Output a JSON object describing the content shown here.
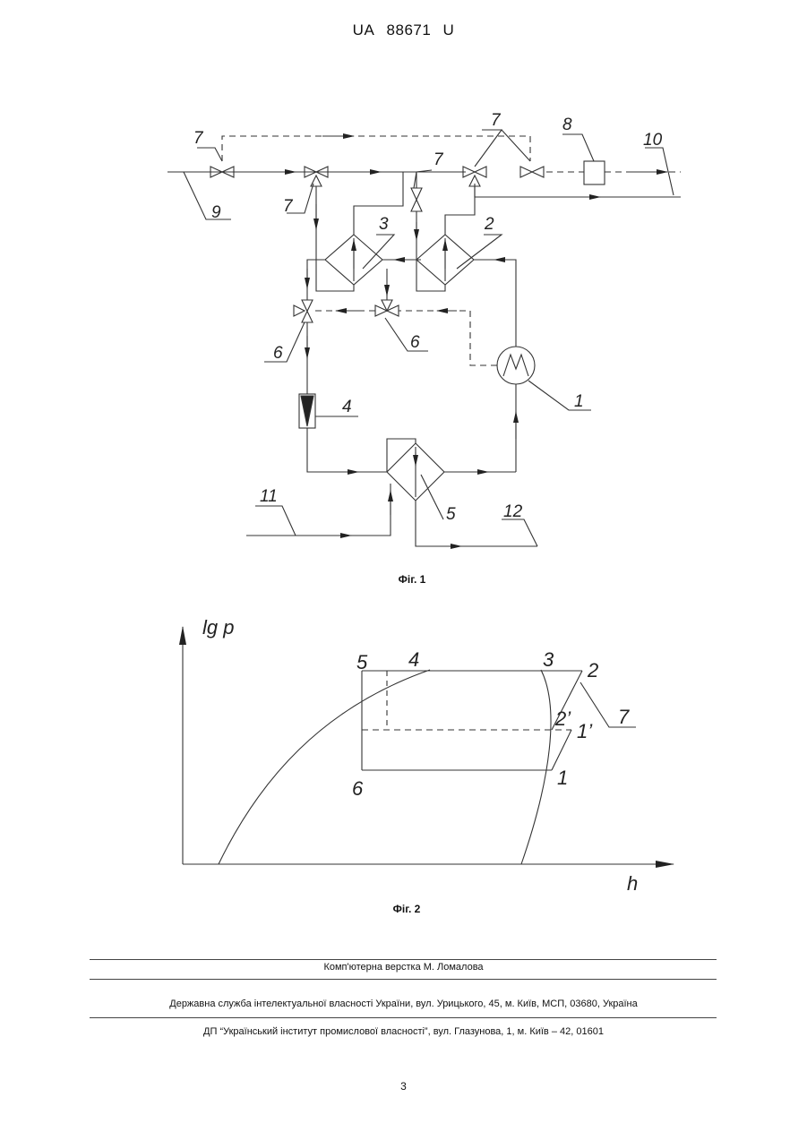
{
  "header": {
    "office": "UA",
    "number": "88671",
    "kind": "U"
  },
  "figure1": {
    "caption": "Фіг. 1",
    "labels": {
      "valve_left": "7",
      "valve_mid": "7",
      "valve_bypass": "7",
      "valves_right": "7",
      "box8": "8",
      "line10": "10",
      "line9": "9",
      "hx3": "3",
      "hx2": "2",
      "valve6_left": "6",
      "valve6_mid": "6",
      "compressor": "1",
      "throttle4": "4",
      "hx5": "5",
      "line11": "11",
      "line12": "12"
    }
  },
  "figure2": {
    "caption": "Фіг. 2",
    "axis_y": "lg p",
    "axis_x": "h",
    "points": {
      "p5": "5",
      "p4": "4",
      "p3": "3",
      "p2": "2",
      "p2prime": "2’",
      "p1prime": "1’",
      "p7": "7",
      "p6": "6",
      "p1": "1"
    }
  },
  "footer": {
    "typesetting": "Комп'ютерна верстка М. Ломалова",
    "agency": "Державна служба інтелектуальної власності України, вул. Урицького, 45, м. Київ, МСП, 03680, Україна",
    "institute": "ДП “Український інститут промислової власності”, вул. Глазунова, 1, м. Київ – 42, 01601",
    "page_number": "3"
  }
}
